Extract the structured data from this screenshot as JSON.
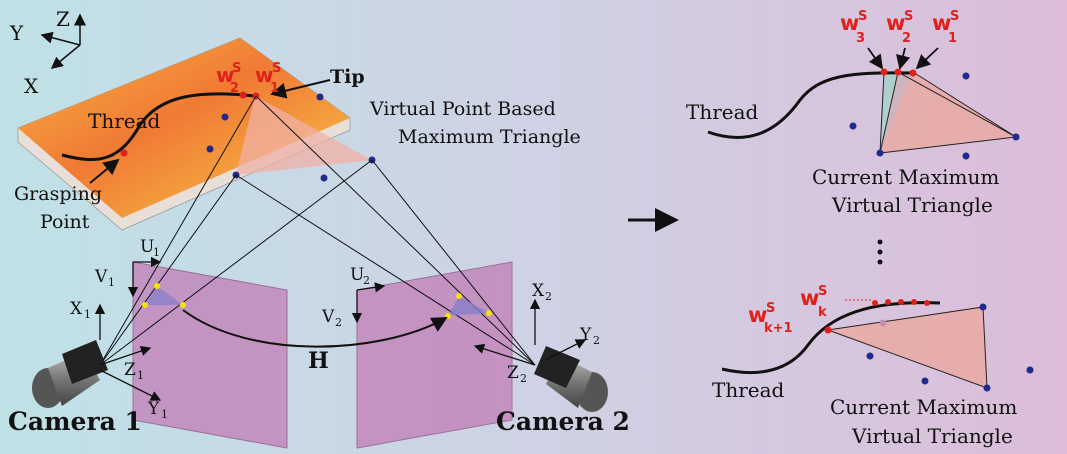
{
  "left": {
    "axes": {
      "x": "X",
      "y": "Y",
      "z": "Z"
    },
    "thread": "Thread",
    "tip": "Tip",
    "grasping_point": [
      "Grasping",
      "Point"
    ],
    "virtual_triangle": [
      "Virtual Point Based",
      "Maximum Triangle"
    ],
    "w2": "w",
    "w2_sup": "S",
    "w2_sub": "2",
    "w1": "w",
    "w1_sup": "S",
    "w1_sub": "1",
    "cam1": {
      "label": "Camera 1",
      "U": "U",
      "U_sub": "1",
      "V": "V",
      "V_sub": "1",
      "X": "X",
      "X_sub": "1",
      "Y": "Y",
      "Y_sub": "1",
      "Z": "Z",
      "Z_sub": "1"
    },
    "cam2": {
      "label": "Camera 2",
      "U": "U",
      "U_sub": "2",
      "V": "V",
      "V_sub": "2",
      "X": "X",
      "X_sub": "2",
      "Y": "Y",
      "Y_sub": "2",
      "Z": "Z",
      "Z_sub": "2"
    },
    "homography": "H"
  },
  "right_top": {
    "thread": "Thread",
    "w3": "w",
    "w3_sup": "S",
    "w3_sub": "3",
    "w2": "w",
    "w2_sup": "S",
    "w2_sub": "2",
    "w1": "w",
    "w1_sup": "S",
    "w1_sub": "1",
    "caption": [
      "Current Maximum",
      "Virtual Triangle"
    ]
  },
  "right_bottom": {
    "thread": "Thread",
    "wk1": "w",
    "wk1_sup": "S",
    "wk1_sub": "k+1",
    "wk": "w",
    "wk_sup": "S",
    "wk_sub": "k",
    "caption": [
      "Current Maximum",
      "Virtual Triangle"
    ]
  },
  "colors": {
    "bg_left": "#bfe1e6",
    "bg_right": "#dcbcd9",
    "plane": "#f0a33a",
    "image_plane": "#c67bb8",
    "triangle": "#e9a9a5",
    "blue_point": "#1f2a8a",
    "red_point": "#e0201a",
    "yellow_point": "#f5e400"
  }
}
